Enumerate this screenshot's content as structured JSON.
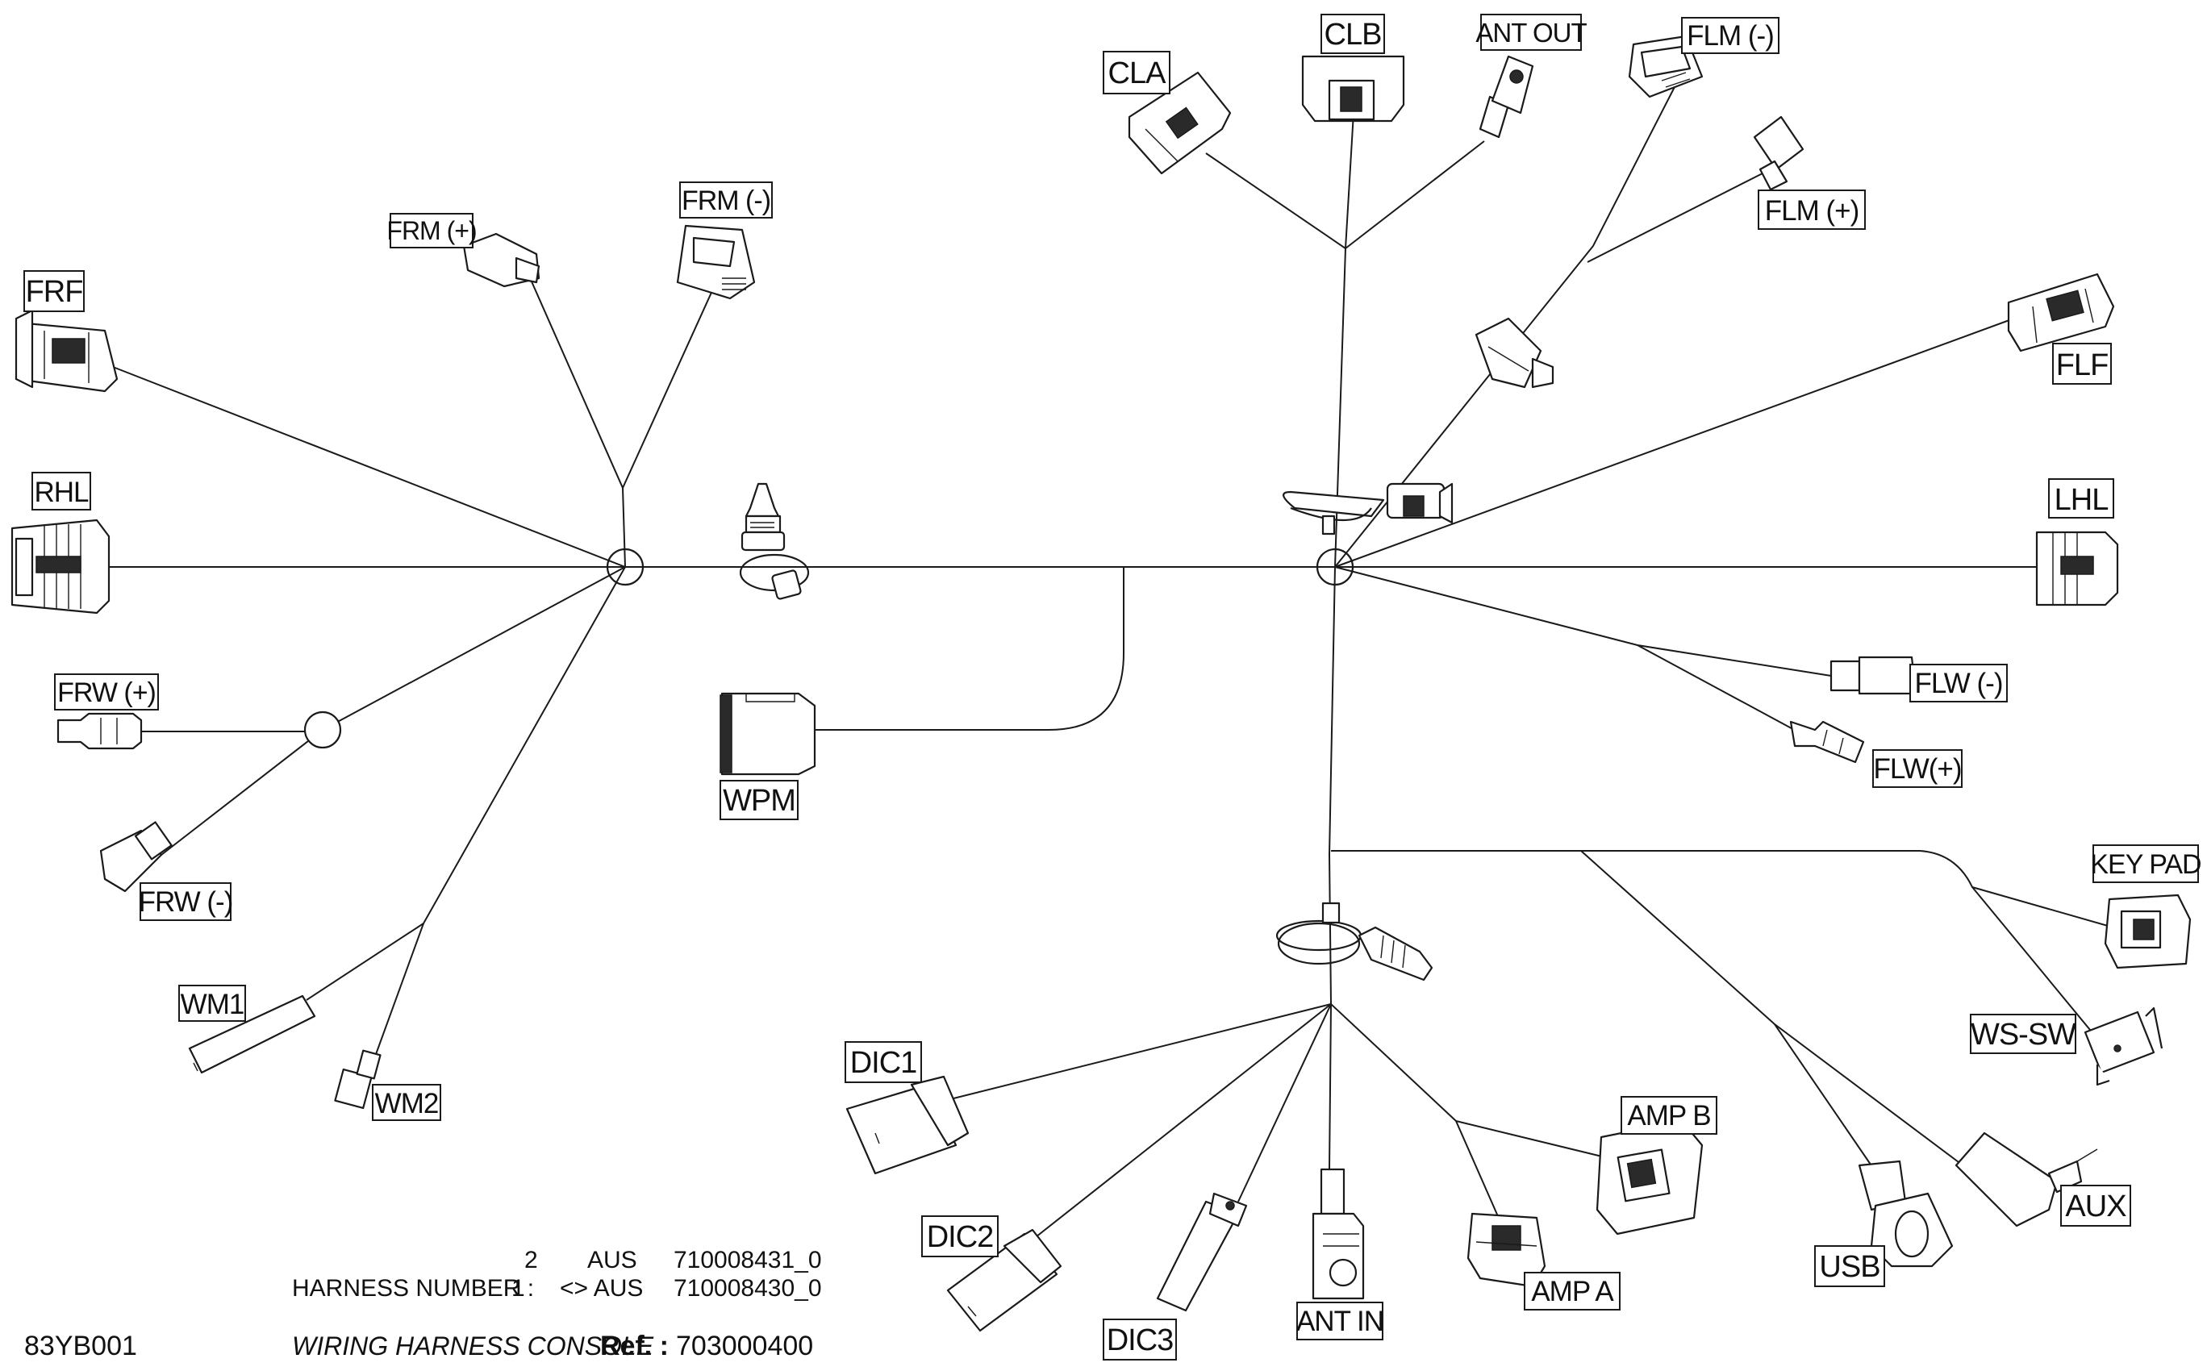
{
  "labels": {
    "CLA": "CLA",
    "CLB": "CLB",
    "ANT_OUT": "ANT OUT",
    "FLM_MINUS": "FLM (-)",
    "FLM_PLUS": "FLM (+)",
    "FLF": "FLF",
    "LHL": "LHL",
    "FLW_MINUS": "FLW (-)",
    "FLW_PLUS": "FLW(+)",
    "KEY_PAD": "KEY PAD",
    "WS_SW": "WS-SW",
    "AUX": "AUX",
    "USB": "USB",
    "AMP_B": "AMP B",
    "AMP_A": "AMP A",
    "ANT_IN": "ANT IN",
    "DIC3": "DIC3",
    "DIC2": "DIC2",
    "DIC1": "DIC1",
    "WPM": "WPM",
    "FRM_PLUS": "FRM (+)",
    "FRM_MINUS": "FRM (-)",
    "FRF": "FRF",
    "RHL": "RHL",
    "FRW_PLUS": "FRW (+)",
    "FRW_MINUS": "FRW (-)",
    "WM1": "WM1",
    "WM2": "WM2"
  },
  "footer": {
    "harness_number_label": "HARNESS NUMBER :",
    "rows": [
      {
        "num": "2",
        "region": "AUS",
        "part": "710008431_0"
      },
      {
        "num": "1",
        "region": "<> AUS",
        "part": "710008430_0"
      }
    ],
    "drawing_code": "83YB001",
    "title": "WIRING HARNESS  CONSOLE",
    "ref_label": "Ref. :",
    "ref_value": "703000400"
  }
}
